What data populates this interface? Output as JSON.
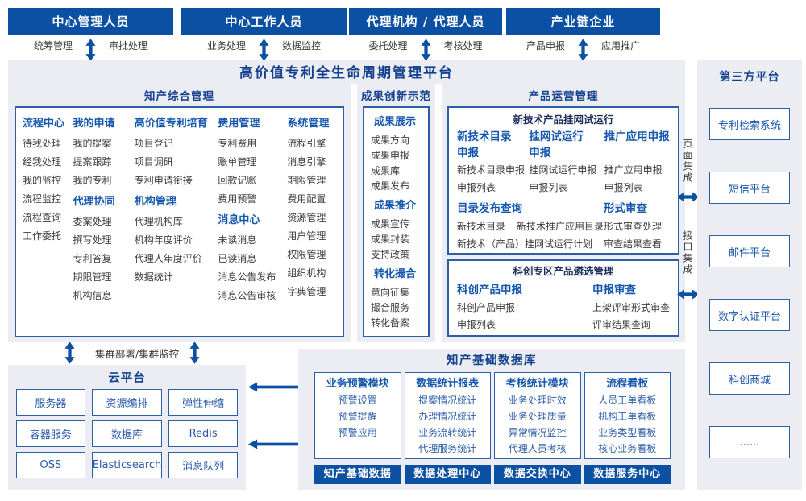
{
  "roles": [
    {
      "title": "中心管理人员",
      "labels": [
        "统筹管理",
        "审批处理"
      ]
    },
    {
      "title": "中心工作人员",
      "labels": [
        "业务处理",
        "数据监控"
      ]
    },
    {
      "title": "代理机构 / 代理人员",
      "labels": [
        "委托处理",
        "考核处理"
      ]
    },
    {
      "title": "产业链企业",
      "labels": [
        "产品申报",
        "应用推广"
      ]
    }
  ],
  "platform_title": "高价值专利全生命周期管理平台",
  "ip_mgmt": {
    "title": "知产综合管理",
    "columns": [
      {
        "groups": [
          {
            "header": "流程中心",
            "items": [
              "待我处理",
              "经我处理",
              "我的监控",
              "流程监控",
              "流程查询",
              "工作委托"
            ]
          }
        ]
      },
      {
        "groups": [
          {
            "header": "我的申请",
            "items": [
              "我的提案",
              "提案跟踪",
              "我的专利"
            ]
          },
          {
            "header": "代理协同",
            "items": [
              "委案处理",
              "撰写处理",
              "专利答复",
              "期限管理",
              "机构信息"
            ]
          }
        ]
      },
      {
        "groups": [
          {
            "header": "高价值专利培育",
            "items": [
              "项目登记",
              "项目调研",
              "专利申请衔接"
            ]
          },
          {
            "header": "机构管理",
            "items": [
              "代理机构库",
              "机构年度评价",
              "代理人年度评价",
              "数据统计"
            ]
          }
        ]
      },
      {
        "groups": [
          {
            "header": "费用管理",
            "items": [
              "专利费用",
              "账单管理",
              "回款记账",
              "费用预警"
            ]
          },
          {
            "header": "消息中心",
            "items": [
              "未读消息",
              "已读消息",
              "消息公告发布",
              "消息公告审核"
            ]
          }
        ]
      },
      {
        "groups": [
          {
            "header": "系统管理",
            "items": [
              "流程引擎",
              "消息引擎",
              "期限管理",
              "费用配置",
              "资源管理",
              "用户管理",
              "权限管理",
              "组织机构",
              "字典管理"
            ]
          }
        ]
      }
    ]
  },
  "achievement": {
    "title": "成果创新示范",
    "groups": [
      {
        "header": "成果展示",
        "items": [
          "成果方向",
          "成果申报",
          "成果库",
          "成果发布"
        ]
      },
      {
        "header": "成果推介",
        "items": [
          "成果宣传",
          "成果封装",
          "支持政策"
        ]
      },
      {
        "header": "转化撮合",
        "items": [
          "意向征集",
          "撮合服务",
          "转化备案"
        ]
      }
    ]
  },
  "product_ops": {
    "title": "产品运营管理",
    "box1": {
      "title": "新技术产品挂网试运行",
      "columns": [
        {
          "header": "新技术目录申报",
          "items": [
            "新技术目录申报",
            "申报列表"
          ]
        },
        {
          "header": "挂网试运行申报",
          "items": [
            "挂网试运行申报",
            "申报列表"
          ]
        },
        {
          "header": "推广应用申报",
          "items": [
            "推广应用申报",
            "申报列表"
          ]
        }
      ],
      "catalog": {
        "header": "目录发布查询",
        "row1": [
          "新技术目录",
          "新技术推广应用目录"
        ],
        "row2": "新技术（产品）挂网试运行计划"
      },
      "review": {
        "header": "形式审查",
        "items": [
          "形式审查处理",
          "审查结果查看"
        ]
      }
    },
    "box2": {
      "title": "科创专区产品遴选管理",
      "columns": [
        {
          "header": "科创产品申报",
          "items": [
            "科创产品申报",
            "申报列表"
          ]
        },
        {
          "header": "申报审查",
          "items": [
            "上架评审形式审查",
            "评审结果查询"
          ]
        }
      ]
    }
  },
  "integration": {
    "page": "页面集成",
    "api": "接口集成"
  },
  "third_party": {
    "title": "第三方平台",
    "items": [
      "专利检索系统",
      "短信平台",
      "邮件平台",
      "数字认证平台",
      "科创商城",
      "......"
    ]
  },
  "cluster_label": "集群部署/集群监控",
  "cloud": {
    "title": "云平台",
    "items": [
      "服务器",
      "资源编排",
      "弹性伸缩",
      "容器服务",
      "数据库",
      "Redis",
      "OSS",
      "Elasticsearch",
      "消息队列"
    ]
  },
  "database": {
    "title": "知产基础数据库",
    "columns": [
      {
        "header": "业务预警模块",
        "items": [
          "预警设置",
          "预警提醒",
          "预警应用"
        ],
        "bar": "知产基础数据"
      },
      {
        "header": "数据统计报表",
        "items": [
          "提案情况统计",
          "办理情况统计",
          "业务流转统计",
          "代理服务统计"
        ],
        "bar": "数据处理中心"
      },
      {
        "header": "考核统计模块",
        "items": [
          "业务处理时效",
          "业务处理质量",
          "异常情况监控",
          "代理人员考核"
        ],
        "bar": "数据交换中心"
      },
      {
        "header": "流程看板",
        "items": [
          "人员工单看板",
          "机构工单看板",
          "业务类型看板",
          "核心业务看板"
        ],
        "bar": "数据服务中心"
      }
    ]
  },
  "colors": {
    "primary_blue": "#0b50a2",
    "panel_gray": "#ebedf2",
    "header_blue": "#1557ad",
    "navy": "#14418f"
  }
}
